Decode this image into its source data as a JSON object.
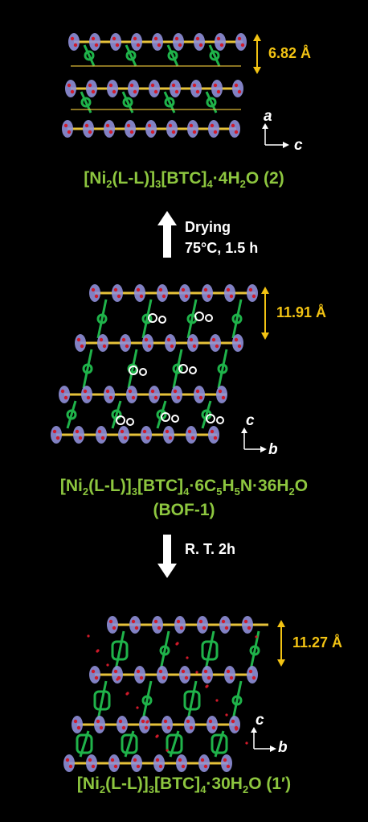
{
  "colors": {
    "background": "#000000",
    "formula": "#8dc63f",
    "distance": "#f2c313",
    "text": "#ffffff",
    "linker": "#1fb34a",
    "chain": "#e6c23a",
    "metal": "#8f8fd8",
    "oxygen": "#d11a2a"
  },
  "structure_top": {
    "distance": "6.82 Å",
    "axis_vertical": "a",
    "axis_horizontal": "c",
    "formula": {
      "p1": "[Ni",
      "s1": "2",
      "p2": "(L-L)]",
      "s2": "3",
      "p3": "[BTC]",
      "s3": "4",
      "p4": "·4H",
      "s4": "2",
      "p5": "O (2)"
    }
  },
  "step_up": {
    "label": "Drying",
    "condition": "75°C, 1.5 h"
  },
  "structure_middle": {
    "distance": "11.91 Å",
    "axis_vertical": "c",
    "axis_horizontal": "b",
    "formula": {
      "p1": "[Ni",
      "s1": "2",
      "p2": "(L-L)]",
      "s2": "3",
      "p3": "[BTC]",
      "s3": "4",
      "p4": "·6C",
      "s4": "5",
      "p5": "H",
      "s5": "5",
      "p6": "N·36H",
      "s6": "2",
      "p7": "O"
    },
    "name": "(BOF-1)"
  },
  "step_down": {
    "label": "R. T. 2h"
  },
  "structure_bottom": {
    "distance": "11.27 Å",
    "axis_vertical": "c",
    "axis_horizontal": "b",
    "formula": {
      "p1": "[Ni",
      "s1": "2",
      "p2": "(L-L)]",
      "s2": "3",
      "p3": "[BTC]",
      "s3": "4",
      "p4": "·30H",
      "s4": "2",
      "p5": "O (1′)"
    }
  }
}
